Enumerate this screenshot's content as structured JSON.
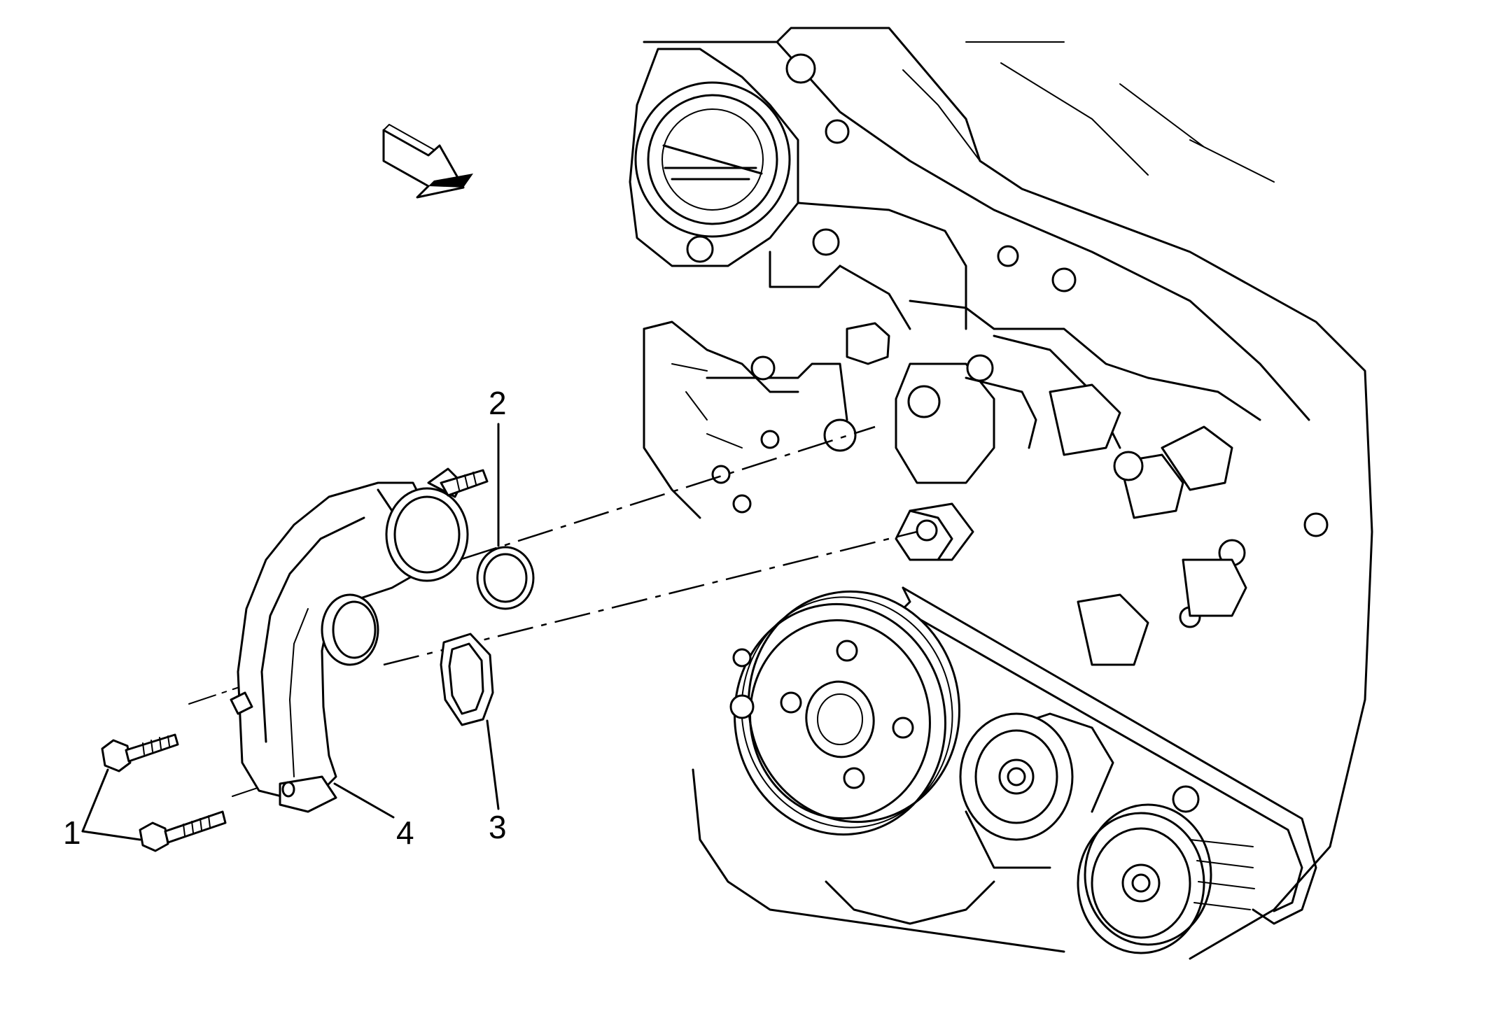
{
  "callouts": [
    {
      "id": "1",
      "label": "1"
    },
    {
      "id": "2",
      "label": "2"
    },
    {
      "id": "3",
      "label": "3"
    },
    {
      "id": "4",
      "label": "4"
    }
  ],
  "icons": {
    "view_arrow": "view-direction-arrow-icon"
  },
  "colors": {
    "line": "#000000",
    "background": "#ffffff"
  }
}
